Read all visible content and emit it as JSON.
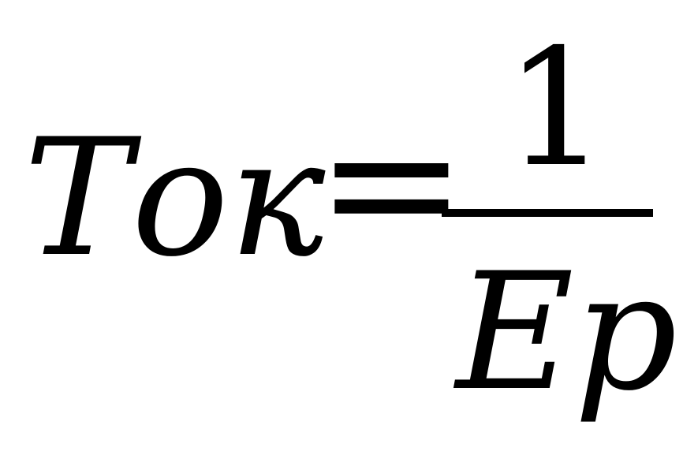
{
  "formula": {
    "lhs": "Ток",
    "equals": "=",
    "numerator": "1",
    "denominator": "Ep"
  }
}
